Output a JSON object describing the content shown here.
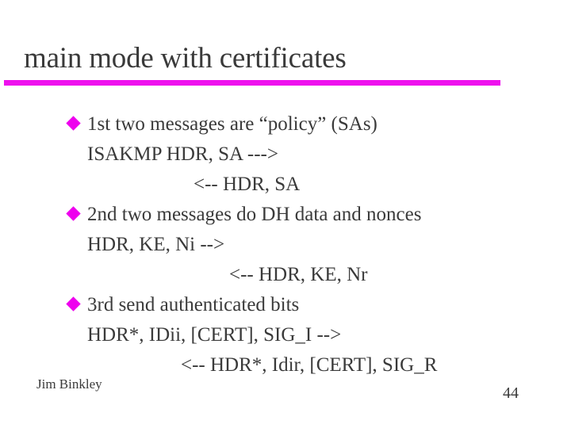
{
  "slide": {
    "title": "main mode with certificates",
    "accent_color": "#ee00ee",
    "text_color": "#3a3a3a",
    "background_color": "#ffffff",
    "bullet_glyph": "diamond",
    "groups": [
      {
        "bullet": "1st two messages are “policy” (SAs)",
        "lines": [
          {
            "text": "ISAKMP HDR, SA --->",
            "align": "initiator"
          },
          {
            "text": "<--  HDR, SA",
            "align": "responder-1"
          }
        ]
      },
      {
        "bullet": "2nd two messages do DH data and nonces",
        "lines": [
          {
            "text": "HDR, KE, Ni -->",
            "align": "initiator"
          },
          {
            "text": "<-- HDR, KE, Nr",
            "align": "responder-2"
          }
        ]
      },
      {
        "bullet": "3rd send authenticated bits",
        "lines": [
          {
            "text": "HDR*, IDii, [CERT], SIG_I -->",
            "align": "initiator"
          },
          {
            "text": "<-- HDR*, Idir, [CERT], SIG_R",
            "align": "responder-3"
          }
        ]
      }
    ],
    "footer": {
      "author": "Jim Binkley",
      "page_number": "44"
    }
  }
}
